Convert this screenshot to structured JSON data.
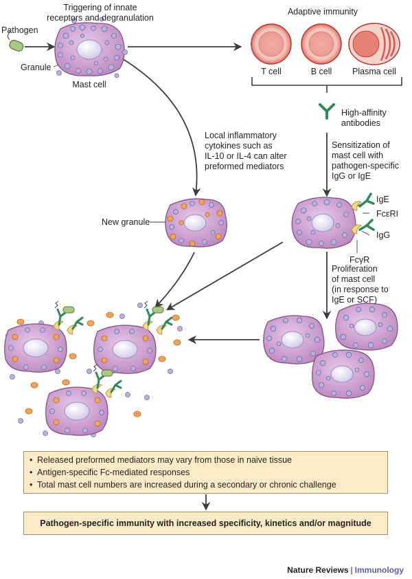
{
  "labels": {
    "triggering": "Triggering of innate\nreceptors and degranulation",
    "pathogen": "Pathogen",
    "granule": "Granule",
    "mast_cell": "Mast cell",
    "adaptive_immunity": "Adaptive immunity",
    "t_cell": "T cell",
    "b_cell": "B cell",
    "plasma_cell": "Plasma cell",
    "high_affinity": "High-affinity\nantibodies",
    "local_cytokines": "Local inflammatory\ncytokines such as\nIL-10 or IL-4 can alter\npreformed mediators",
    "sensitization": "Sensitization of\nmast cell with\npathogen-specific\nIgG or IgE",
    "new_granule": "New granule",
    "ige": "IgE",
    "fceri": "FcεRI",
    "igg": "IgG",
    "fcgr": "FcγR",
    "proliferation": "Proliferation\nof mast cell\n(in response to\nIgE or SCF)"
  },
  "summary": [
    "Released preformed mediators may vary from those in naive tissue",
    "Antigen-specific Fc-mediated responses",
    "Total mast cell numbers are increased during a secondary or chronic challenge"
  ],
  "conclusion": "Pathogen-specific immunity with increased specificity, kinetics and/or magnitude",
  "footer": {
    "journal": "Nature Reviews",
    "separator": "|",
    "section": "Immunology"
  },
  "colors": {
    "cell_fill": "#c99acb",
    "cell_stroke": "#7c4c82",
    "nucleus": "#e6e2f2",
    "granule_lavender": "#b7b3df",
    "granule_orange": "#f0a55a",
    "antibody_green": "#2e8b57",
    "receptor_yellow": "#f2d98a",
    "lymphocyte_red": "#d9554a",
    "box_fill": "#fcebc7",
    "brand_purple": "#5b5ea6"
  }
}
